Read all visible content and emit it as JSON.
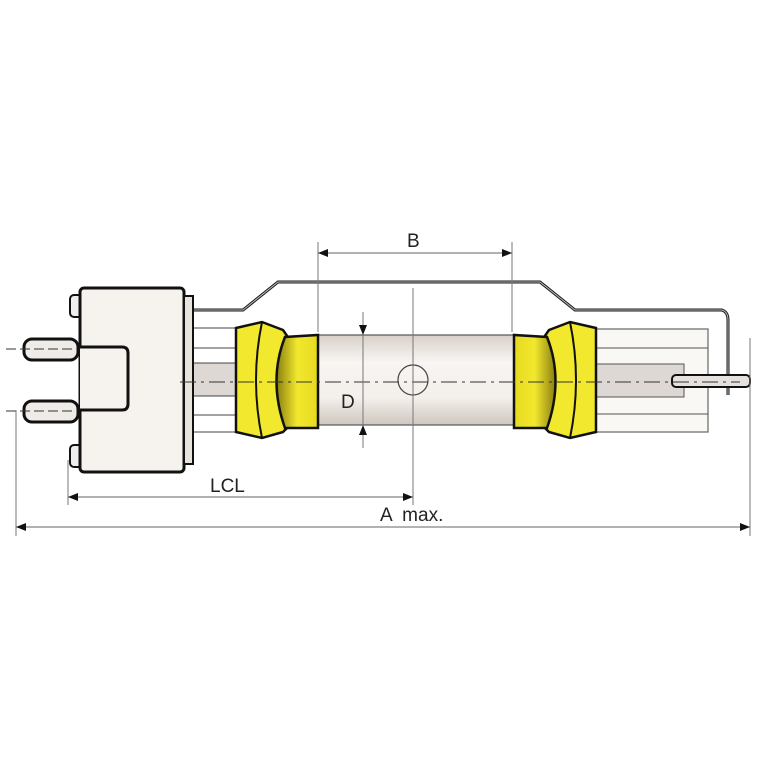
{
  "diagram": {
    "labels": {
      "b": "B",
      "d": "D",
      "lcl": "LCL",
      "a_max": "A  max."
    },
    "colors": {
      "yellow": "#f2e82e",
      "yellow_dark": "#c9b800",
      "outline": "#1a1a1a",
      "dim_line": "#555555",
      "tube_light": "#f6f2ee",
      "tube_shade": "#d9d2cc"
    }
  }
}
